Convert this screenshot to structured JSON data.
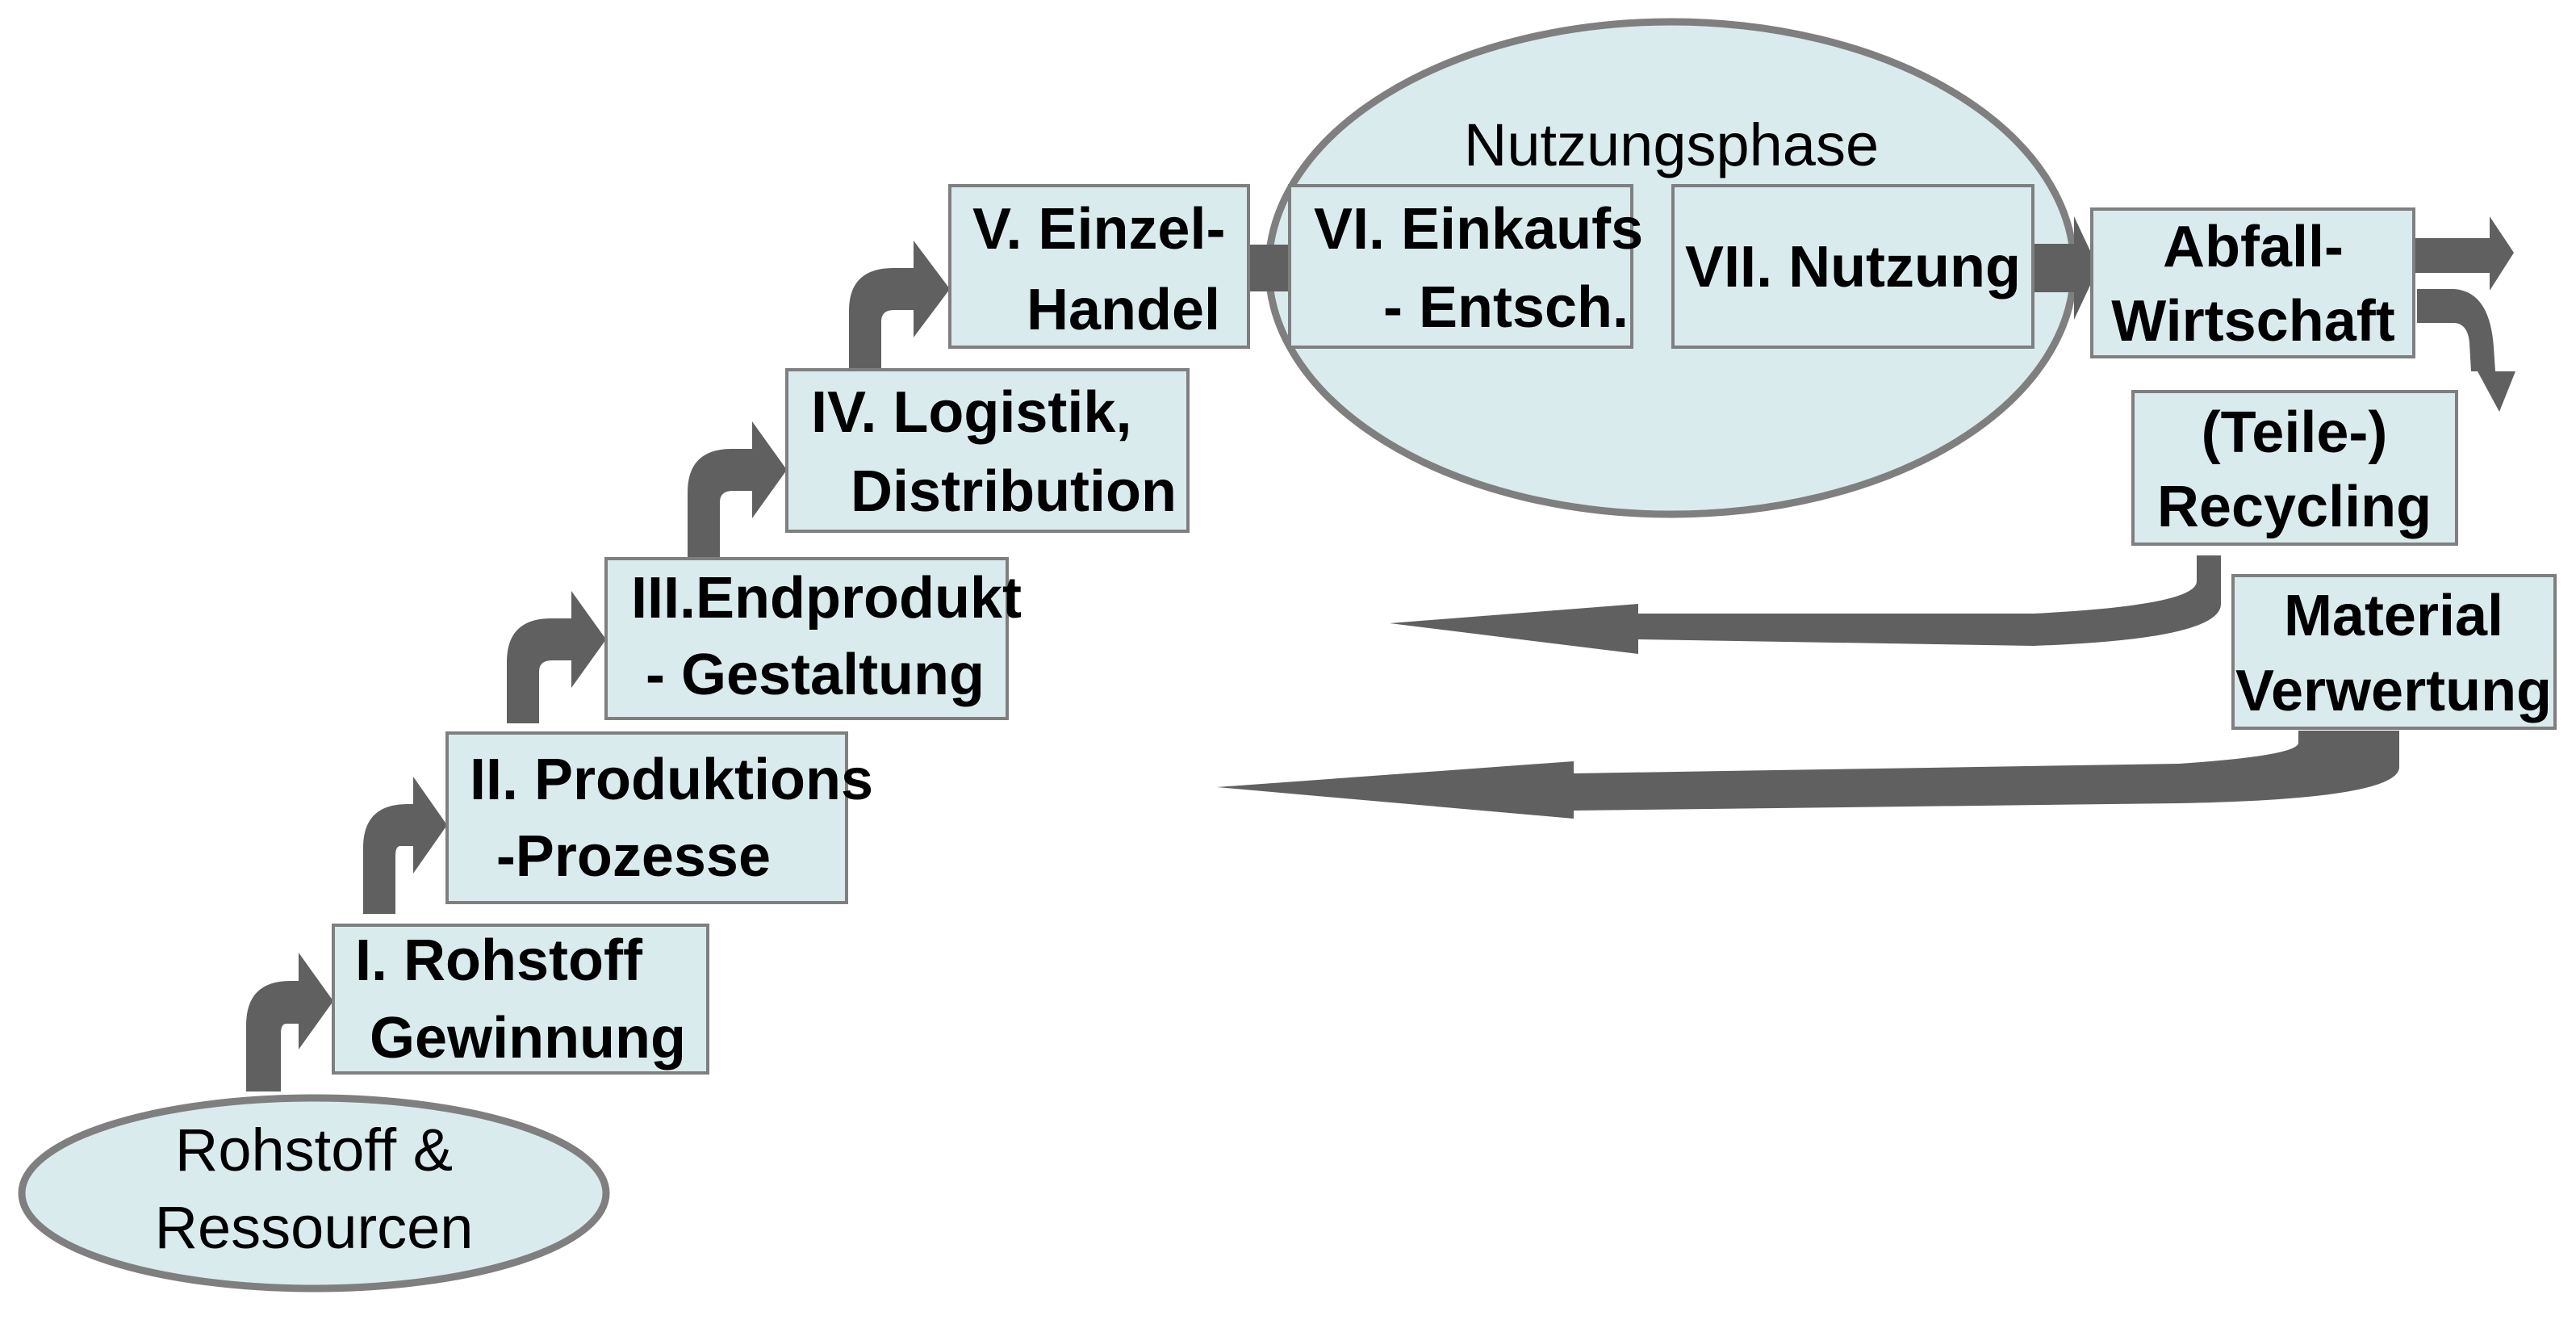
{
  "diagram": {
    "colors": {
      "box_fill": "#daebee",
      "border": "#7f7f7f",
      "arrow": "#606060",
      "text": "#000000"
    },
    "source": {
      "line1": "Rohstoff &",
      "line2": "Ressourcen"
    },
    "use_phase": {
      "title": "Nutzungsphase"
    },
    "stages": [
      {
        "id": "I",
        "line1": "I. Rohstoff",
        "line2": "Gewinnung"
      },
      {
        "id": "II",
        "line1": "II. Produktions",
        "line2": "-Prozesse"
      },
      {
        "id": "III",
        "line1": "III.Endprodukt",
        "line2": "- Gestaltung"
      },
      {
        "id": "IV",
        "line1": "IV. Logistik,",
        "line2": "Distribution"
      },
      {
        "id": "V",
        "line1": "V.  Einzel-",
        "line2": "Handel"
      },
      {
        "id": "VI",
        "line1": "VI.  Einkaufs",
        "line2": "- Entsch."
      },
      {
        "id": "VII",
        "line1": "VII.  Nutzung"
      }
    ],
    "end_of_life": [
      {
        "id": "abfall",
        "line1": "Abfall-",
        "line2": "Wirtschaft"
      },
      {
        "id": "teile",
        "line1": "(Teile-)",
        "line2": "Recycling"
      },
      {
        "id": "material",
        "line1": "Material",
        "line2": "Verwertung"
      }
    ]
  }
}
